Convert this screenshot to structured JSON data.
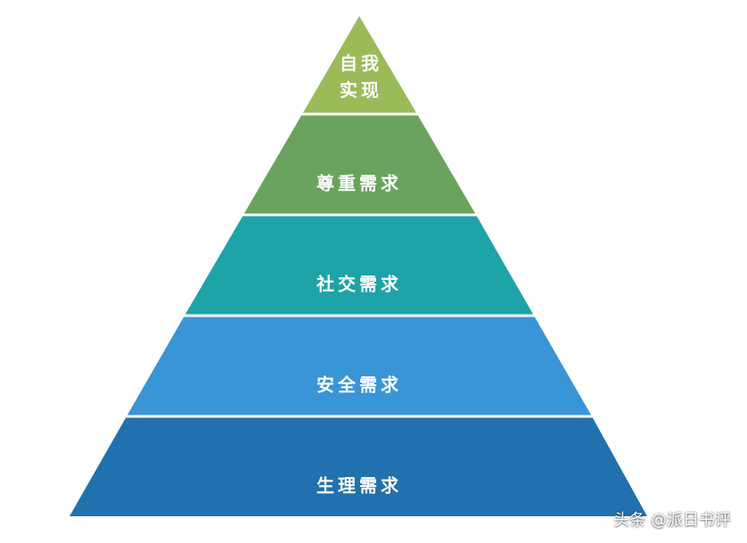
{
  "diagram": {
    "layers": [
      {
        "lines": [
          "自我",
          "实现"
        ],
        "color": "#9bbb59"
      },
      {
        "label": "尊重需求",
        "color": "#6aa35d"
      },
      {
        "label": "社交需求",
        "color": "#1ea3a8"
      },
      {
        "label": "安全需求",
        "color": "#3995d6"
      },
      {
        "label": "生理需求",
        "color": "#2071ad"
      }
    ]
  },
  "watermark": "头条 @派日书评"
}
